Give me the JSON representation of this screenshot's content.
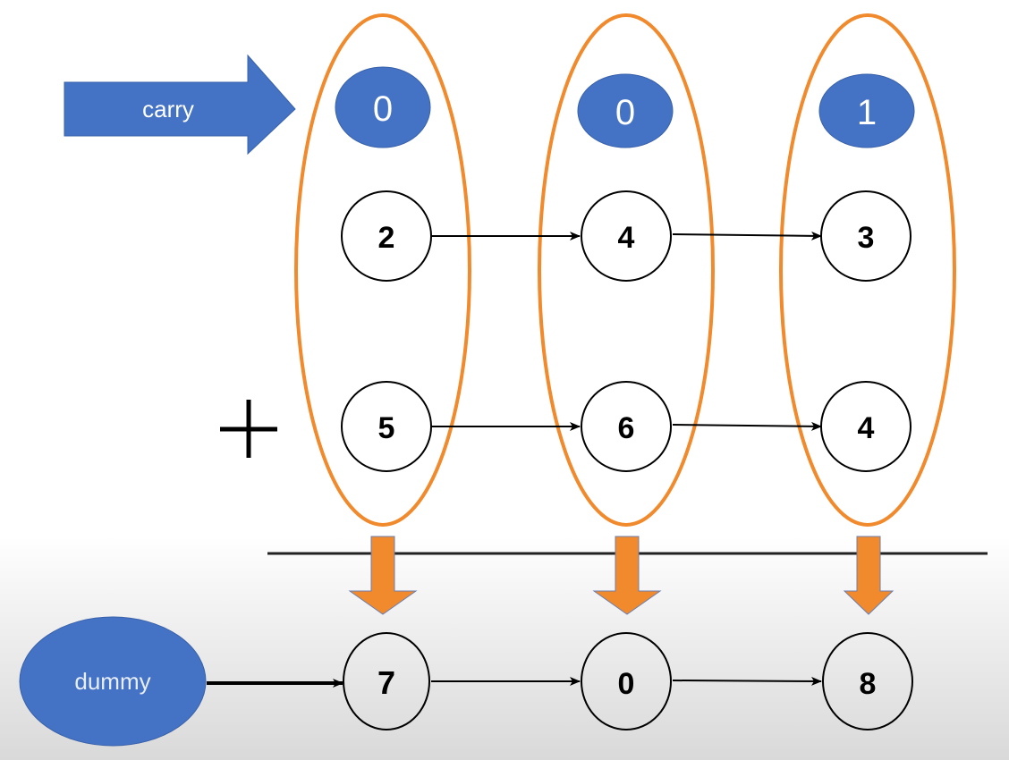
{
  "carry_label": "carry",
  "dummy_label": "dummy",
  "plus_sign": "+",
  "colors": {
    "blue": "#4472c4",
    "orange": "#f08a2c",
    "black": "#000000",
    "white": "#ffffff"
  },
  "columns": [
    {
      "carry": "0",
      "l1": "2",
      "l2": "5",
      "result": "7"
    },
    {
      "carry": "0",
      "l1": "4",
      "l2": "6",
      "result": "0"
    },
    {
      "carry": "1",
      "l1": "3",
      "l2": "4",
      "result": "8"
    }
  ]
}
